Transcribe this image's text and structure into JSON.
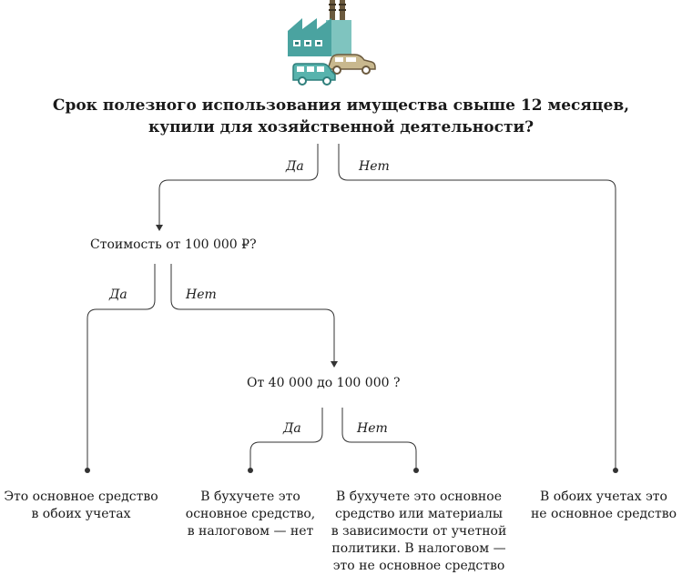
{
  "question_main": {
    "line1": "Срок полезного использования имущества свыше 12 месяцев,",
    "line2": "купили для хозяйственной деятельности?"
  },
  "question_cost": "Стоимость от 100 000 ₽?",
  "question_range": "От 40 000 до 100 000 ?",
  "labels": {
    "yes": "Да",
    "no": "Нет"
  },
  "outcomes": [
    {
      "lines": [
        "Это основное средство",
        "в обоих учетах"
      ]
    },
    {
      "lines": [
        "В бухучете это",
        "основное средство,",
        "в налоговом — нет"
      ]
    },
    {
      "lines": [
        "В бухучете это основное",
        "средство или материалы",
        "в зависимости от учетной",
        "политики. В налоговом —",
        "это не основное средство"
      ]
    },
    {
      "lines": [
        "В обоих учетах это",
        "не основное средство"
      ]
    }
  ],
  "colors": {
    "factory": "#4aa3a0",
    "factory_dark": "#2f7f7c",
    "chimney": "#6b5a3e",
    "car_beige": "#c8b88e",
    "car_teal": "#58b3ad",
    "line": "#333333"
  }
}
